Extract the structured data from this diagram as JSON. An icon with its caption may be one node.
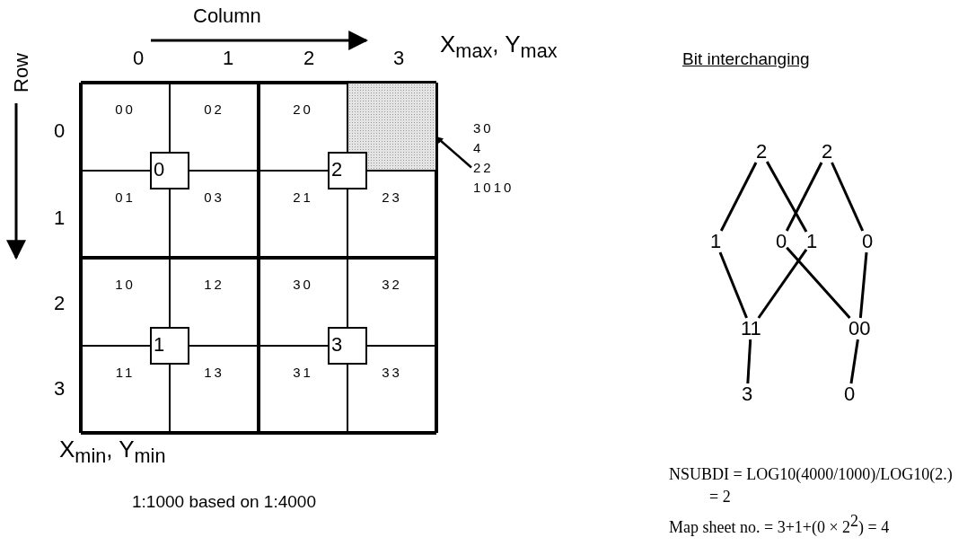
{
  "diagram": {
    "nodes": [
      {
        "text": [
          "00"
        ]
      },
      {
        "text": [
          "02"
        ]
      },
      {
        "text": [
          "20"
        ]
      },
      {
        "text": [],
        "shape": "box"
      },
      {
        "text": [
          "01"
        ]
      },
      {
        "text": [
          "03"
        ]
      },
      {
        "text": [
          "21"
        ]
      },
      {
        "text": [
          "23"
        ]
      },
      {
        "text": [
          "0"
        ]
      },
      {
        "text": [
          "2"
        ]
      },
      {
        "text": [
          "10"
        ]
      },
      {
        "text": [
          "12"
        ]
      },
      {
        "text": [
          "30"
        ]
      },
      {
        "text": [
          "32"
        ]
      },
      {
        "text": [
          "11"
        ]
      },
      {
        "text": [
          "13"
        ]
      },
      {
        "text": [
          "31"
        ]
      },
      {
        "text": [
          "33"
        ]
      },
      {
        "text": [
          "1"
        ]
      },
      {
        "text": [
          "3"
        ]
      },
      {
        "text": [
          "30 4 22 1010"
        ]
      },
      {
        "text": [
          "2"
        ]
      },
      {
        "text": [
          "2"
        ]
      },
      {
        "text": [
          "1"
        ]
      },
      {
        "text": [
          "0"
        ]
      },
      {
        "text": [
          "1"
        ]
      },
      {
        "text": [
          "0"
        ]
      },
      {
        "text": [
          "11"
        ]
      },
      {
        "text": [
          "00"
        ]
      },
      {
        "text": [
          "3"
        ]
      },
      {
        "text": [
          "0"
        ]
      }
    ],
    "edges": [
      {
        "from": 20,
        "to": 3,
        "arrow": "to"
      },
      {
        "from": 21,
        "to": 23,
        "arrow": "none"
      },
      {
        "from": 21,
        "to": 25,
        "arrow": "none"
      },
      {
        "from": 22,
        "to": 24,
        "arrow": "none"
      },
      {
        "from": 22,
        "to": 26,
        "arrow": "none"
      },
      {
        "from": 23,
        "to": 27,
        "arrow": "none"
      },
      {
        "from": 25,
        "to": 27,
        "arrow": "none"
      },
      {
        "from": 24,
        "to": 28,
        "arrow": "none"
      },
      {
        "from": 26,
        "to": 28,
        "arrow": "none"
      },
      {
        "from": 27,
        "to": 29,
        "arrow": "none"
      },
      {
        "from": 28,
        "to": 30,
        "arrow": "none"
      }
    ],
    "labels": [
      "Column",
      "0",
      "1",
      "2",
      "3",
      "X$_{max}$, Y$_{max}$",
      "Row",
      "0",
      "1",
      "2",
      "3",
      "X$_{min}$, Y$_{min}$",
      "1:1000 based on 1:4000",
      "Bit interchanging",
      "NSUBDI = LOG10(4000/1000)/LOG10(2.)",
      "= 2",
      "Map sheet no. = 3+1+(0 × 2$^{2}$) = 4"
    ]
  }
}
